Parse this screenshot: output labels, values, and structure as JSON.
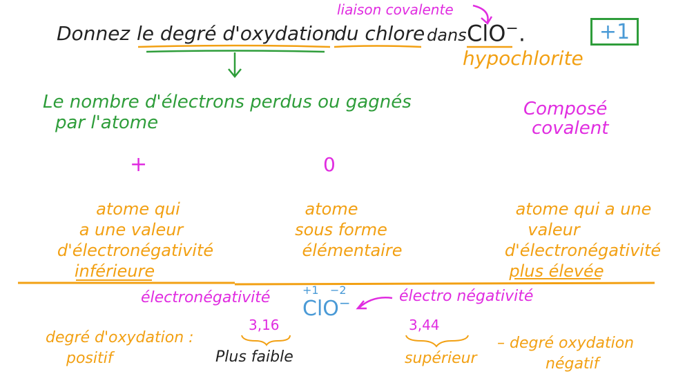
{
  "colors": {
    "black": "#222222",
    "green": "#2e9d3a",
    "orange": "#f2a013",
    "magenta": "#e02ce0",
    "blue": "#4a9ad6"
  },
  "question": {
    "prefix": "Donnez",
    "phrase1": "le degré d'oxydation",
    "phrase2": "du chlore",
    "middle": "dans",
    "formula": "ClO",
    "charge": "−",
    "period": "."
  },
  "annotations": {
    "covalent_bond": "liaison covalente",
    "hypochlorite": "hypochlorite",
    "answer": "+1"
  },
  "definition": {
    "line1": "Le nombre d'électrons perdus ou gagnés",
    "line2": "par l'atome"
  },
  "compound": {
    "line1": "Composé",
    "line2": "covalent"
  },
  "signs": {
    "plus": "+",
    "zero": "0"
  },
  "columns": {
    "left": [
      "atome qui",
      "a une valeur",
      "d'électronégativité",
      "inférieure"
    ],
    "middle": [
      "atome",
      "sous forme",
      "élémentaire"
    ],
    "right": [
      "atome qui a une",
      "valeur",
      "d'électronégativité",
      "plus élevée"
    ]
  },
  "bottom": {
    "electroneg_left": "électronégativité",
    "electroneg_right": "électro négativité",
    "ox_cl": "+1",
    "ox_o": "−2",
    "formula": "ClO",
    "charge": "−",
    "value_cl": "3,16",
    "value_o": "3,44",
    "weaker": "Plus faible",
    "higher": "supérieur",
    "positive_line1": "degré d'oxydation :",
    "positive_line2": "positif",
    "negative_line1": "– degré oxydation",
    "negative_line2": "négatif"
  }
}
